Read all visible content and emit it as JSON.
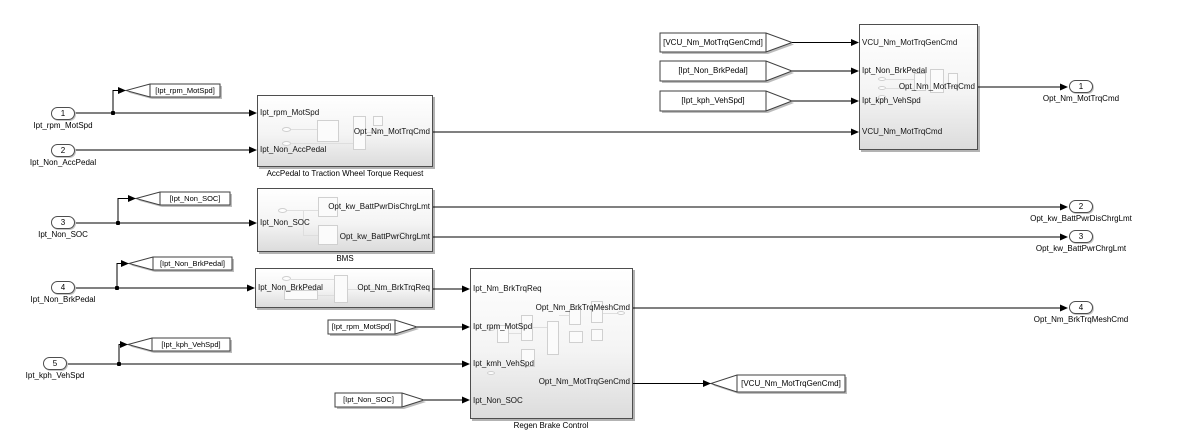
{
  "colors": {
    "background": "#ffffff",
    "wire": "#000000",
    "block_border": "#4e4e4e",
    "block_fill_bottom": "#dcdcdc",
    "shadow": "#b3b3b3"
  },
  "inports": [
    {
      "num": "1",
      "label": "Ipt_rpm_MotSpd"
    },
    {
      "num": "2",
      "label": "Ipt_Non_AccPedal"
    },
    {
      "num": "3",
      "label": "Ipt_Non_SOC"
    },
    {
      "num": "4",
      "label": "Ipt_Non_BrkPedal"
    },
    {
      "num": "5",
      "label": "Ipt_kph_VehSpd"
    }
  ],
  "outports": [
    {
      "num": "1",
      "label": "Opt_Nm_MotTrqCmd"
    },
    {
      "num": "2",
      "label": "Opt_kw_BattPwrDisChrgLmt"
    },
    {
      "num": "3",
      "label": "Opt_kw_BattPwrChrgLmt"
    },
    {
      "num": "4",
      "label": "Opt_Nm_BrkTrqMeshCmd"
    }
  ],
  "blocks": {
    "accpedal": {
      "caption": "AccPedal to Traction Wheel Torque Request",
      "inputs": [
        "Ipt_rpm_MotSpd",
        "Ipt_Non_AccPedal"
      ],
      "outputs": [
        "Opt_Nm_MotTrqCmd"
      ]
    },
    "bms": {
      "caption": "BMS",
      "inputs": [
        "Ipt_Non_SOC"
      ],
      "outputs": [
        "Opt_kw_BattPwrDisChrgLmt",
        "Opt_kw_BattPwrChrgLmt"
      ]
    },
    "brake_pedal_map": {
      "inputs": [
        "Ipt_Non_BrkPedal"
      ],
      "outputs": [
        "Opt_Nm_BrkTrqReq"
      ]
    },
    "regen": {
      "caption": "Regen Brake Control",
      "inputs": [
        "Ipt_Nm_BrkTrqReq",
        "Ipt_rpm_MotSpd",
        "Ipt_kmh_VehSpd",
        "Ipt_Non_SOC"
      ],
      "outputs": [
        "Opt_Nm_BrkTrqMeshCmd",
        "Opt_Nm_MotTrqGenCmd"
      ]
    },
    "vcu_arbitration": {
      "inputs": [
        "VCU_Nm_MotTrqGenCmd",
        "Ipt_Non_BrkPedal",
        "Ipt_kph_VehSpd",
        "VCU_Nm_MotTrqCmd"
      ],
      "outputs": [
        "Opt_Nm_MotTrqCmd"
      ]
    }
  },
  "goto_tags": [
    "[Ipt_rpm_MotSpd]",
    "[Ipt_Non_SOC]",
    "[Ipt_Non_BrkPedal]",
    "[Ipt_kph_VehSpd]",
    "[VCU_Nm_MotTrqGenCmd]"
  ],
  "from_tags": [
    "[VCU_Nm_MotTrqGenCmd]",
    "[Ipt_Non_BrkPedal]",
    "[Ipt_kph_VehSpd]",
    "[Ipt_rpm_MotSpd]",
    "[Ipt_Non_SOC]"
  ]
}
